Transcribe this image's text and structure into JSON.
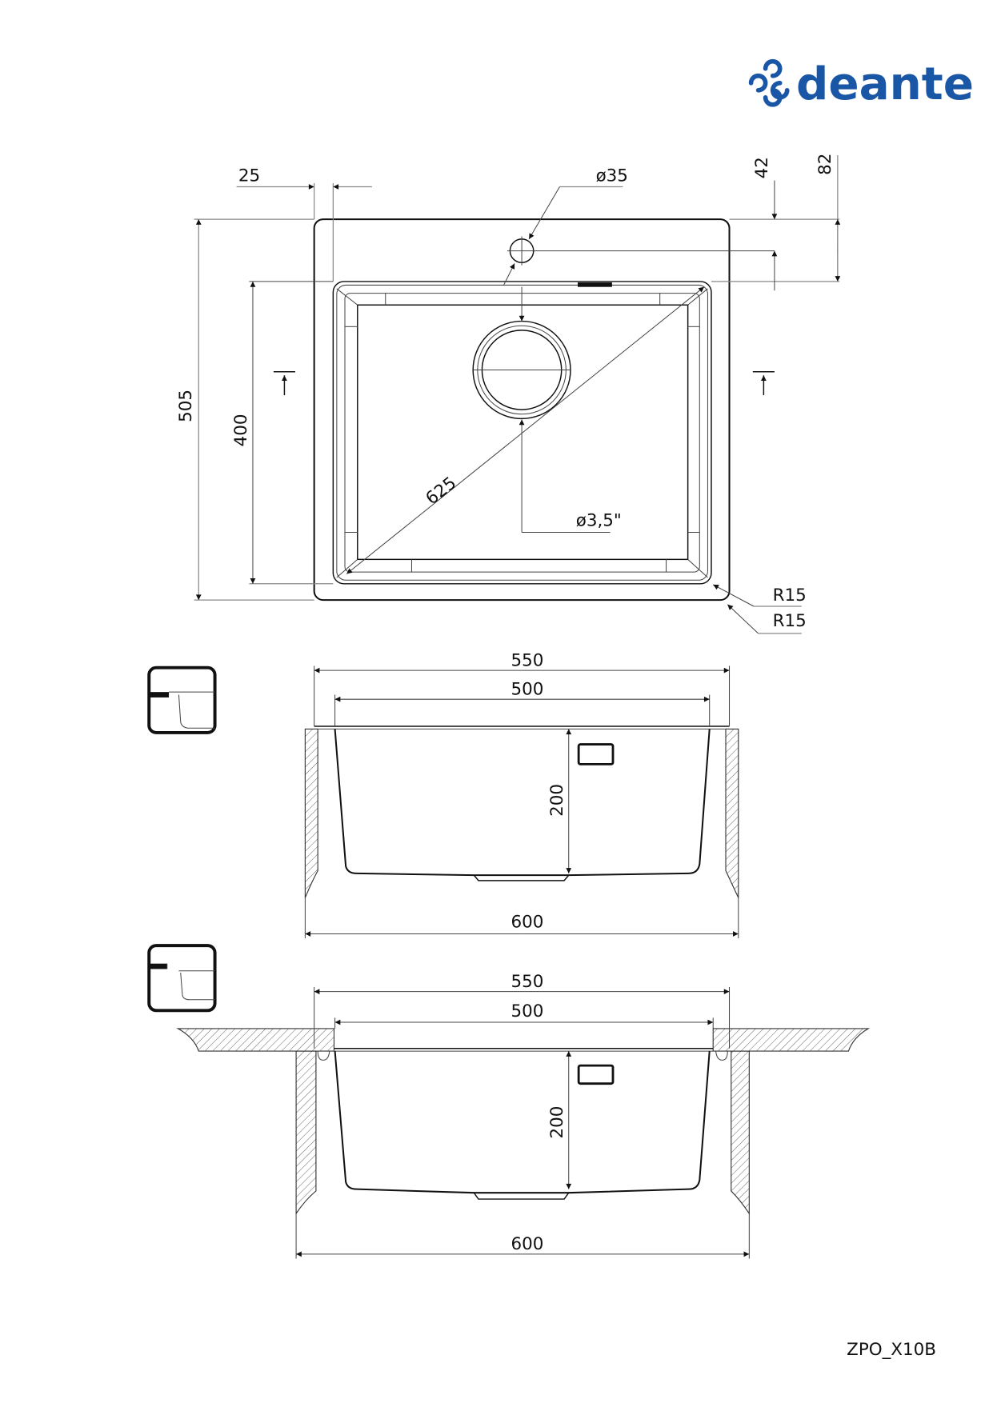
{
  "logo": {
    "text": "deante",
    "color": "#1a56a6",
    "icon": "deante-logo-mark-icon"
  },
  "top_view": {
    "dim_flange_width": "25",
    "dim_tap_hole": "ø35",
    "dim_tap_offset": "42",
    "dim_back_offset": "82",
    "dim_total_depth": "505",
    "dim_bowl_depth": "400",
    "dim_diagonal": "625",
    "dim_drain": "ø3,5\"",
    "dim_inner_radius": "R15",
    "dim_outer_radius": "R15"
  },
  "section_undermount": {
    "icon": "undermount-install-icon",
    "dim_outer_width": "550",
    "dim_bowl_width": "500",
    "dim_bowl_height": "200",
    "dim_cabinet_width": "600"
  },
  "section_flush": {
    "icon": "flush-mount-install-icon",
    "dim_outer_width": "550",
    "dim_bowl_width": "500",
    "dim_bowl_height": "200",
    "dim_cabinet_width": "600"
  },
  "footer": {
    "model_code": "ZPO_X10B"
  }
}
